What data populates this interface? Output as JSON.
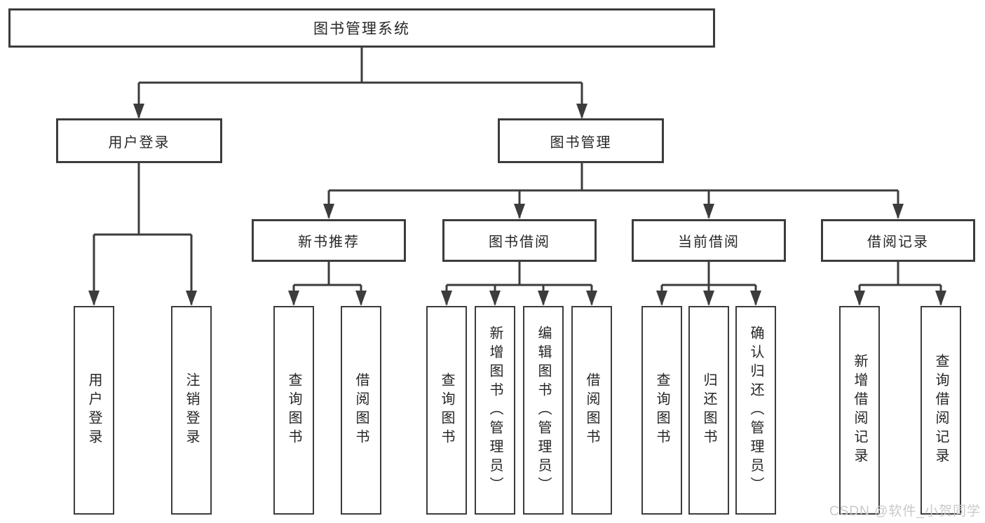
{
  "diagram": {
    "root": {
      "label": "图书管理系统"
    },
    "branches": [
      {
        "label": "用户登录",
        "children": [
          {
            "label": "用户登录"
          },
          {
            "label": "注销登录"
          }
        ]
      },
      {
        "label": "图书管理",
        "children": [
          {
            "label": "新书推荐",
            "children": [
              {
                "label": "查询图书"
              },
              {
                "label": "借阅图书"
              }
            ]
          },
          {
            "label": "图书借阅",
            "children": [
              {
                "label": "查询图书"
              },
              {
                "label": "新增图书（管理员）"
              },
              {
                "label": "编辑图书（管理员）"
              },
              {
                "label": "借阅图书"
              }
            ]
          },
          {
            "label": "当前借阅",
            "children": [
              {
                "label": "查询图书"
              },
              {
                "label": "归还图书"
              },
              {
                "label": "确认归还（管理员）"
              }
            ]
          },
          {
            "label": "借阅记录",
            "children": [
              {
                "label": "新增借阅记录"
              },
              {
                "label": "查询借阅记录"
              }
            ]
          }
        ]
      }
    ],
    "watermark": "CSDN @软件_小贺同学",
    "colors": {
      "line": "#3c3c3c",
      "border": "#3c3c3c",
      "text": "#262626",
      "watermark": "#c9c9c9",
      "background": "#ffffff"
    }
  }
}
